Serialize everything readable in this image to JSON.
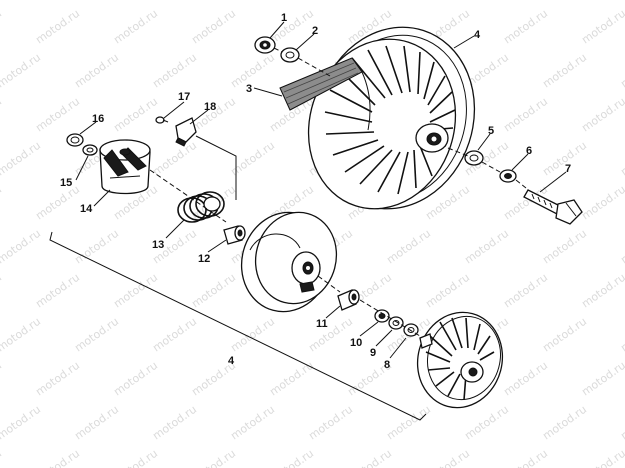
{
  "watermark": "motod.ru",
  "callouts": {
    "p1": "1",
    "p2": "2",
    "p3": "3",
    "p4": "4",
    "p5": "5",
    "p6": "6",
    "p7": "7",
    "p8": "8",
    "p9": "9",
    "p10": "10",
    "p11": "11",
    "p12": "12",
    "p13": "13",
    "p14": "14",
    "p15": "15",
    "p16": "16",
    "p17": "17",
    "p18": "18",
    "assembly": "4"
  }
}
